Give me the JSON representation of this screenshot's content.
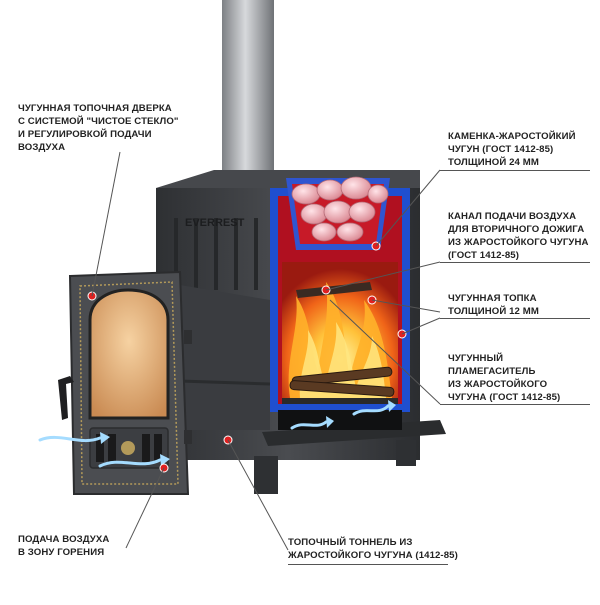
{
  "labels": {
    "door": "ЧУГУННАЯ ТОПОЧНАЯ ДВЕРКА\nС СИСТЕМОЙ \"ЧИСТОЕ СТЕКЛО\"\nИ РЕГУЛИРОВКОЙ ПОДАЧИ\nВОЗДУХА",
    "kamenka": "КАМЕНКА-ЖАРОСТОЙКИЙ\nЧУГУН (ГОСТ 1412-85)\nТОЛЩИНОЙ 24 ММ",
    "channel": "КАНАЛ ПОДАЧИ ВОЗДУХА\nДЛЯ ВТОРИЧНОГО ДОЖИГА\nИЗ ЖАРОСТОЙКОГО ЧУГУНА\n(ГОСТ 1412-85)",
    "firebox": "ЧУГУННАЯ ТОПКА\nТОЛЩИНОЙ 12 ММ",
    "flame": "ЧУГУННЫЙ\nПЛАМЕГАСИТЕЛЬ\nИЗ ЖАРОСТОЙКОГО\nЧУГУНА (ГОСТ 1412-85)",
    "air": "ПОДАЧА ВОЗДУХА\nВ ЗОНУ ГОРЕНИЯ",
    "tunnel": "ТОПОЧНЫЙ ТОННЕЛЬ ИЗ\nЖАРОСТОЙКОГО ЧУГУНА (1412-85)"
  },
  "brand": "EVERREST",
  "colors": {
    "cast_iron": "#3b3d40",
    "cast_iron_light": "#55575b",
    "inner_blue": "#1f4fd0",
    "inner_red": "#b01020",
    "marker_red": "#e02020",
    "flame_yellow": "#ffd23c",
    "flame_orange": "#ff7a1a",
    "stones": "#f2b6bd",
    "pipe": "#a8aaad",
    "brass": "#b39a5a",
    "glass": "#e9b27a",
    "air_arrow": "#8fd0ff"
  }
}
